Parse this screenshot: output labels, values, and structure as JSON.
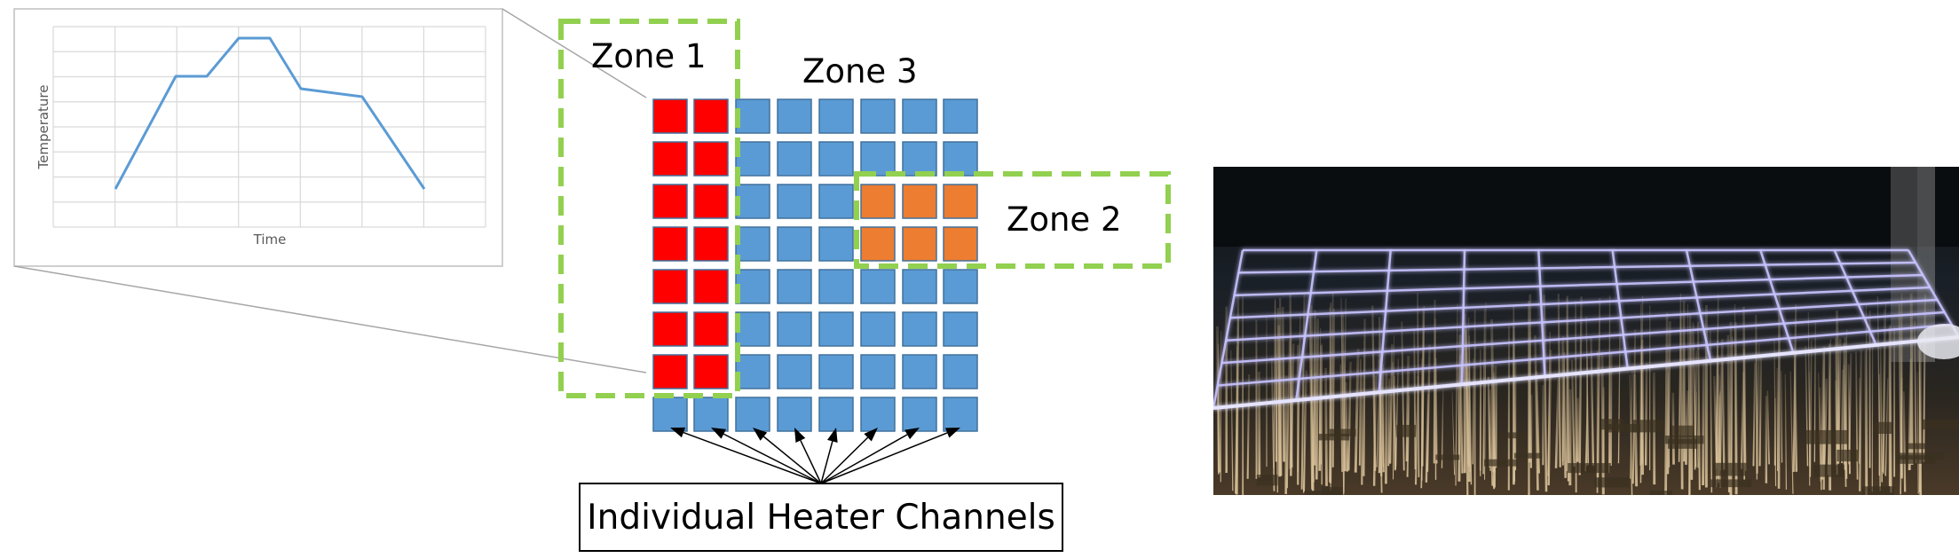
{
  "inset_chart": {
    "xlabel": "Time",
    "ylabel": "Temperature",
    "line_color": "#5B9BD5"
  },
  "zones": [
    {
      "label": "Zone 1"
    },
    {
      "label": "Zone 3"
    },
    {
      "label": "Zone 2"
    }
  ],
  "heater_label": "Individual Heater Channels",
  "colors": {
    "zone1": "#FF0000",
    "zone2": "#ED7D31",
    "zone3": "#5B9BD5",
    "dash": "#92D050"
  }
}
